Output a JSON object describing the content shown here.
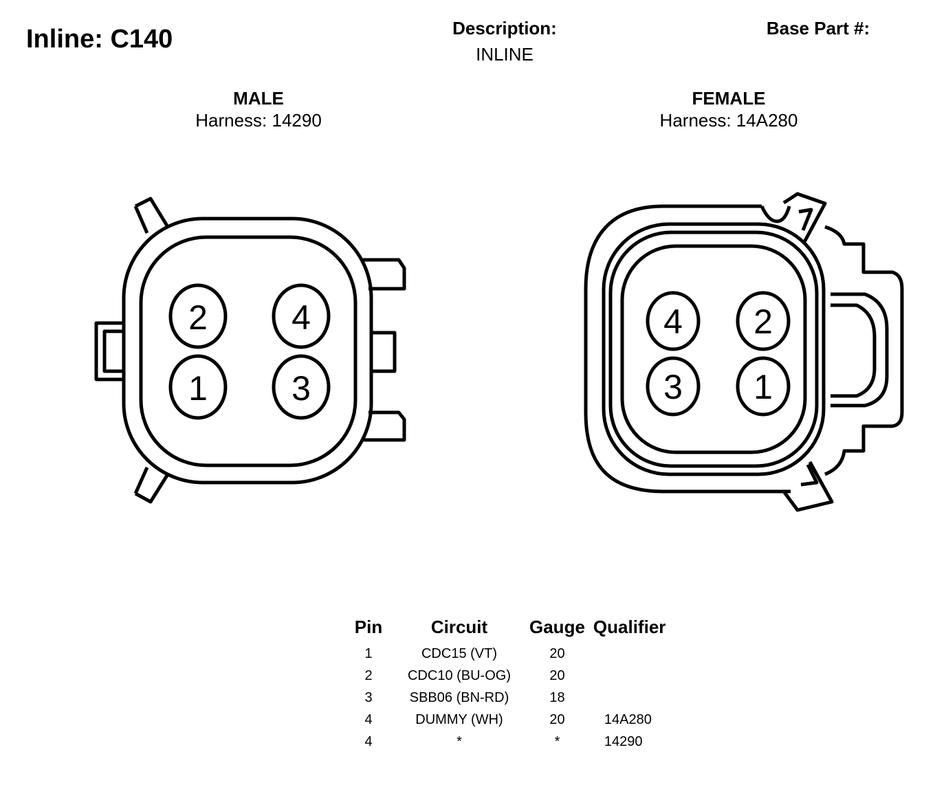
{
  "header": {
    "title": "Inline: C140",
    "description_label": "Description:",
    "description_value": "INLINE",
    "base_part_label": "Base Part #:"
  },
  "male": {
    "title": "MALE",
    "harness": "Harness: 14290",
    "pins": [
      "2",
      "4",
      "1",
      "3"
    ]
  },
  "female": {
    "title": "FEMALE",
    "harness": "Harness: 14A280",
    "pins": [
      "4",
      "2",
      "3",
      "1"
    ]
  },
  "pin_table": {
    "headers": [
      "Pin",
      "Circuit",
      "Gauge",
      "Qualifier"
    ],
    "rows": [
      {
        "pin": "1",
        "circuit": "CDC15 (VT)",
        "gauge": "20",
        "qualifier": ""
      },
      {
        "pin": "2",
        "circuit": "CDC10 (BU-OG)",
        "gauge": "20",
        "qualifier": ""
      },
      {
        "pin": "3",
        "circuit": "SBB06 (BN-RD)",
        "gauge": "18",
        "qualifier": ""
      },
      {
        "pin": "4",
        "circuit": "DUMMY (WH)",
        "gauge": "20",
        "qualifier": "14A280"
      },
      {
        "pin": "4",
        "circuit": "*",
        "gauge": "*",
        "qualifier": "14290"
      }
    ]
  }
}
